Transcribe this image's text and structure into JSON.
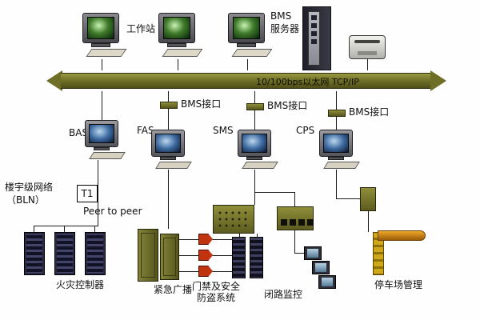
{
  "labels": {
    "workstation": "工作站",
    "bms_server_line1": "BMS",
    "bms_server_line2": "服务器",
    "ethernet": "10/100bps以太网  TCP/IP",
    "bms_interface": "BMS接口",
    "bas": "BAS",
    "fas": "FAS",
    "sms": "SMS",
    "cps": "CPS",
    "bln_line1": "楼宇级网络",
    "bln_line2": "（BLN）",
    "t1": "T1",
    "peer_to_peer": "Peer to peer",
    "fire_controller": "火灾控制器",
    "emergency_broadcast": "紧急广播",
    "access_line1": "门禁及安全",
    "access_line2": "防盗系统",
    "cctv": "闭路监控",
    "parking": "停车场管理"
  },
  "colors": {
    "bus_olive": "#72722a",
    "speaker_red": "#c23410",
    "barrier_orange": "#d98c12",
    "screen_green": "#3f7a2a",
    "screen_blue": "#3c6aa0"
  }
}
